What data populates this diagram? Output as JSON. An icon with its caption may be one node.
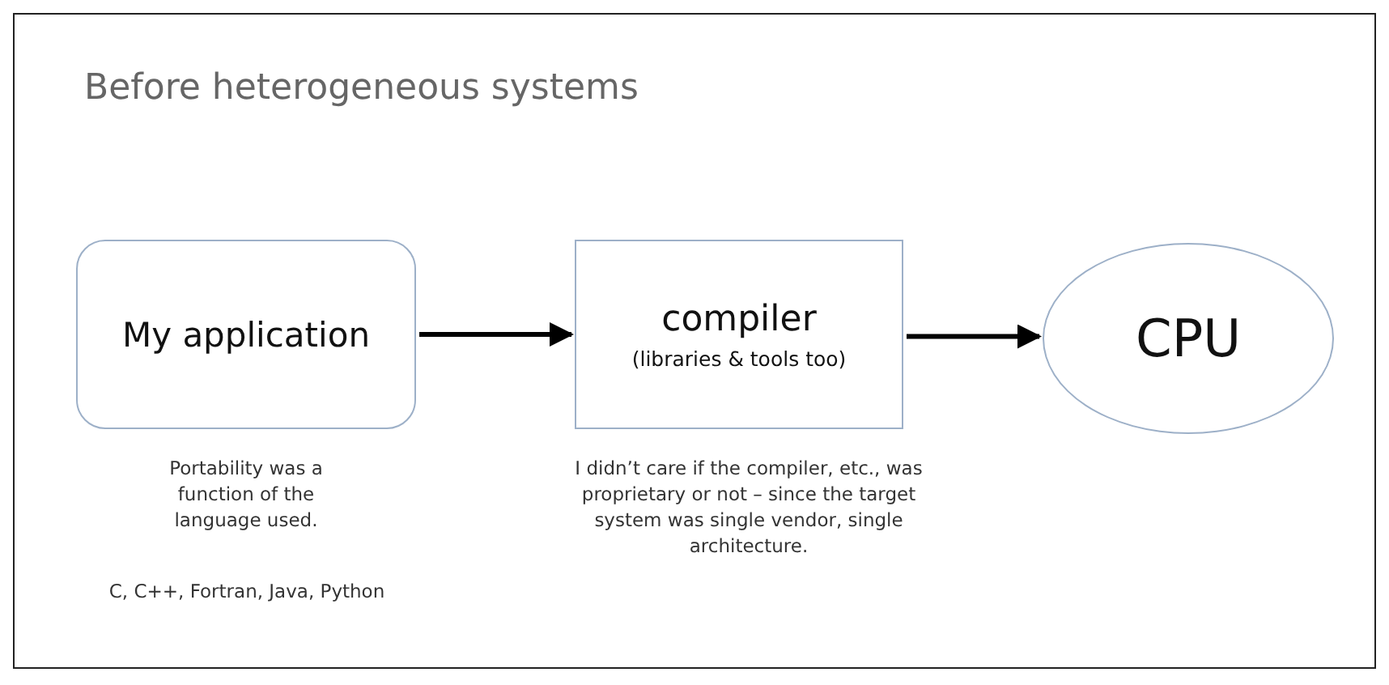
{
  "diagram": {
    "title": "Before heterogeneous systems",
    "nodes": [
      {
        "text": [
          "My application"
        ],
        "beside": [
          "Portability was a function of the language used.",
          "C, C++, Fortran, Java, Python"
        ]
      },
      {
        "text": [
          "compiler",
          "(libraries & tools too)"
        ],
        "beside": [
          "I didn’t care if the compiler, etc., was proprietary or not – since the target system was single vendor, single architecture."
        ]
      },
      {
        "text": [
          "CPU"
        ]
      }
    ],
    "edges": [
      {
        "from": 0,
        "to": 1,
        "arrow": "to"
      },
      {
        "from": 1,
        "to": 2,
        "arrow": "to"
      }
    ]
  }
}
